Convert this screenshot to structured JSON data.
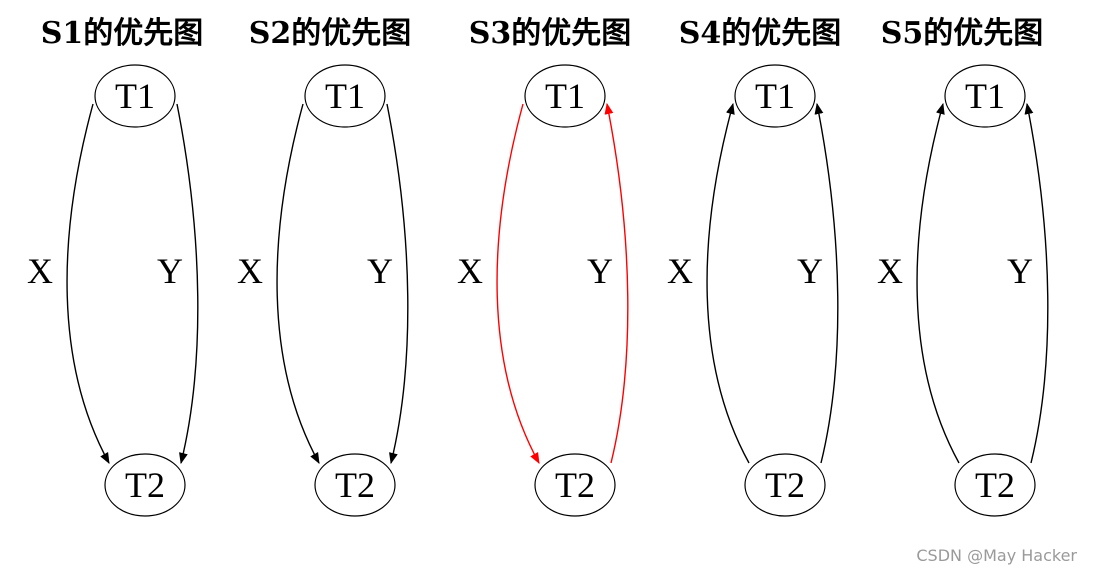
{
  "graphs": [
    {
      "title": "S1的优先图",
      "nodes": {
        "top": "T1",
        "bottom": "T2"
      },
      "edges": [
        {
          "side": "left",
          "label": "X",
          "from": "T1",
          "to": "T2",
          "color": "#000000"
        },
        {
          "side": "right",
          "label": "Y",
          "from": "T1",
          "to": "T2",
          "color": "#000000"
        }
      ]
    },
    {
      "title": "S2的优先图",
      "nodes": {
        "top": "T1",
        "bottom": "T2"
      },
      "edges": [
        {
          "side": "left",
          "label": "X",
          "from": "T1",
          "to": "T2",
          "color": "#000000"
        },
        {
          "side": "right",
          "label": "Y",
          "from": "T1",
          "to": "T2",
          "color": "#000000"
        }
      ]
    },
    {
      "title": "S3的优先图",
      "nodes": {
        "top": "T1",
        "bottom": "T2"
      },
      "edges": [
        {
          "side": "left",
          "label": "X",
          "from": "T1",
          "to": "T2",
          "color": "#ff0000"
        },
        {
          "side": "right",
          "label": "Y",
          "from": "T2",
          "to": "T1",
          "color": "#ff0000"
        }
      ]
    },
    {
      "title": "S4的优先图",
      "nodes": {
        "top": "T1",
        "bottom": "T2"
      },
      "edges": [
        {
          "side": "left",
          "label": "X",
          "from": "T2",
          "to": "T1",
          "color": "#000000"
        },
        {
          "side": "right",
          "label": "Y",
          "from": "T2",
          "to": "T1",
          "color": "#000000"
        }
      ]
    },
    {
      "title": "S5的优先图",
      "nodes": {
        "top": "T1",
        "bottom": "T2"
      },
      "edges": [
        {
          "side": "left",
          "label": "X",
          "from": "T2",
          "to": "T1",
          "color": "#000000"
        },
        {
          "side": "right",
          "label": "Y",
          "from": "T2",
          "to": "T1",
          "color": "#000000"
        }
      ]
    }
  ],
  "watermark": "CSDN @May Hacker"
}
